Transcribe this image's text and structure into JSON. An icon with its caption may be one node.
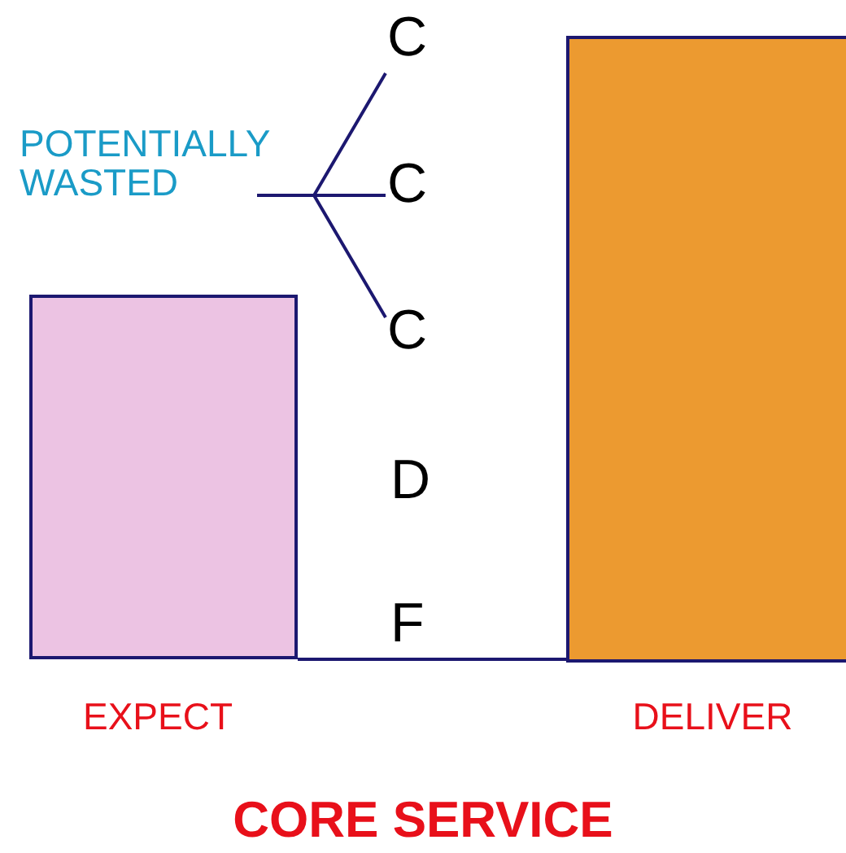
{
  "diagram": {
    "caption": "CORE SERVICE",
    "nodes": [
      {
        "text": [
          "POTENTIALLY WASTED"
        ]
      },
      {
        "text": [
          "C"
        ]
      },
      {
        "text": [
          "C"
        ]
      },
      {
        "text": [
          "C"
        ]
      },
      {
        "text": [],
        "shape": "box",
        "beside": [
          "EXPECT"
        ]
      },
      {
        "text": [],
        "shape": "box",
        "beside": [
          "DELIVER"
        ]
      }
    ],
    "edges": [
      {
        "from": 0,
        "to": 1,
        "arrow": "none"
      },
      {
        "from": 0,
        "to": 2,
        "arrow": "none"
      },
      {
        "from": 0,
        "to": 3,
        "arrow": "none"
      },
      {
        "from": 4,
        "to": 5,
        "arrow": "none"
      }
    ],
    "labels": [
      "D",
      "F"
    ]
  }
}
